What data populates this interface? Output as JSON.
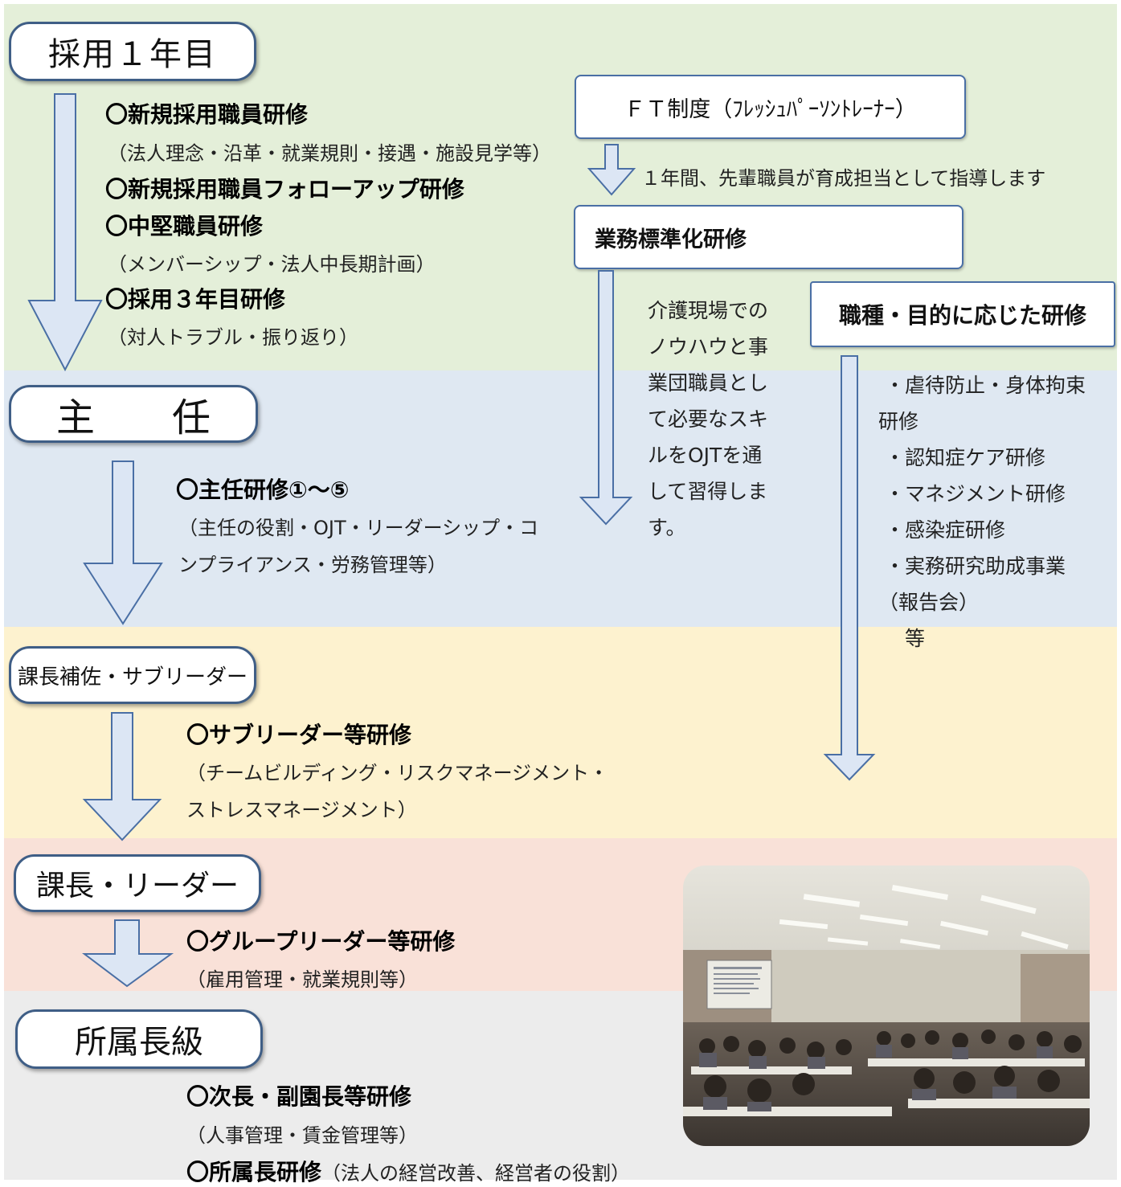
{
  "stages": {
    "year1": "採用１年目",
    "chief": "主　　任",
    "sub_leader": "課長補佐・サブリーダー",
    "leader": "課長・リーダー",
    "head": "所属長級"
  },
  "year1_trainings": [
    {
      "title": "〇新規採用職員研修",
      "detail": "（法人理念・沿革・就業規則・接遇・施設見学等）"
    },
    {
      "title": "〇新規採用職員フォローアップ研修"
    },
    {
      "title": "〇中堅職員研修",
      "detail": "（メンバーシップ・法人中長期計画）"
    },
    {
      "title": "〇採用３年目研修",
      "detail": "（対人トラブル・振り返り）"
    }
  ],
  "chief_training": {
    "title": "〇主任研修①～⑤",
    "detail_line1": "（主任の役割・OJT・リーダーシップ・コ",
    "detail_line2": "ンプライアンス・労務管理等）"
  },
  "sub_leader_training": {
    "title": "〇サブリーダー等研修",
    "detail_line1": "（チームビルディング・リスクマネージメント・",
    "detail_line2": "ストレスマネージメント）"
  },
  "leader_training": {
    "title": "〇グループリーダー等研修",
    "detail": "（雇用管理・就業規則等）"
  },
  "head_trainings": [
    {
      "title": "〇次長・副園長等研修",
      "detail": "（人事管理・賃金管理等）"
    },
    {
      "title": "〇所属長研修",
      "detail": "（法人の経営改善、経営者の役割）"
    }
  ],
  "ft": {
    "box_label": "ＦＴ制度（ﾌﾚｯｼｭﾊﾟｰｿﾝﾄﾚｰﾅｰ）",
    "note": "１年間、先輩職員が育成担当として指導します"
  },
  "standardization": {
    "box_label": "業務標準化研修",
    "description": [
      "介護現場での",
      "ノウハウと事",
      "業団職員とし",
      "て必要なスキ",
      "ルをOJTを通",
      "して習得しま",
      "す。"
    ]
  },
  "purpose": {
    "box_label": "職種・目的に応じた研修",
    "items": [
      "・虐待防止・身体拘束",
      "研修",
      "・認知症ケア研修",
      "・マネジメント研修",
      "・感染症研修",
      "・実務研究助成事業",
      "（報告会）",
      "　等"
    ]
  },
  "colors": {
    "band_green": "#e4efd9",
    "band_blue": "#dfe8f2",
    "band_yellow": "#fdf2cf",
    "band_pink": "#f9e1d8",
    "band_gray": "#ececec",
    "arrow_fill": "#dce6f4",
    "arrow_stroke": "#4a6fa5"
  }
}
